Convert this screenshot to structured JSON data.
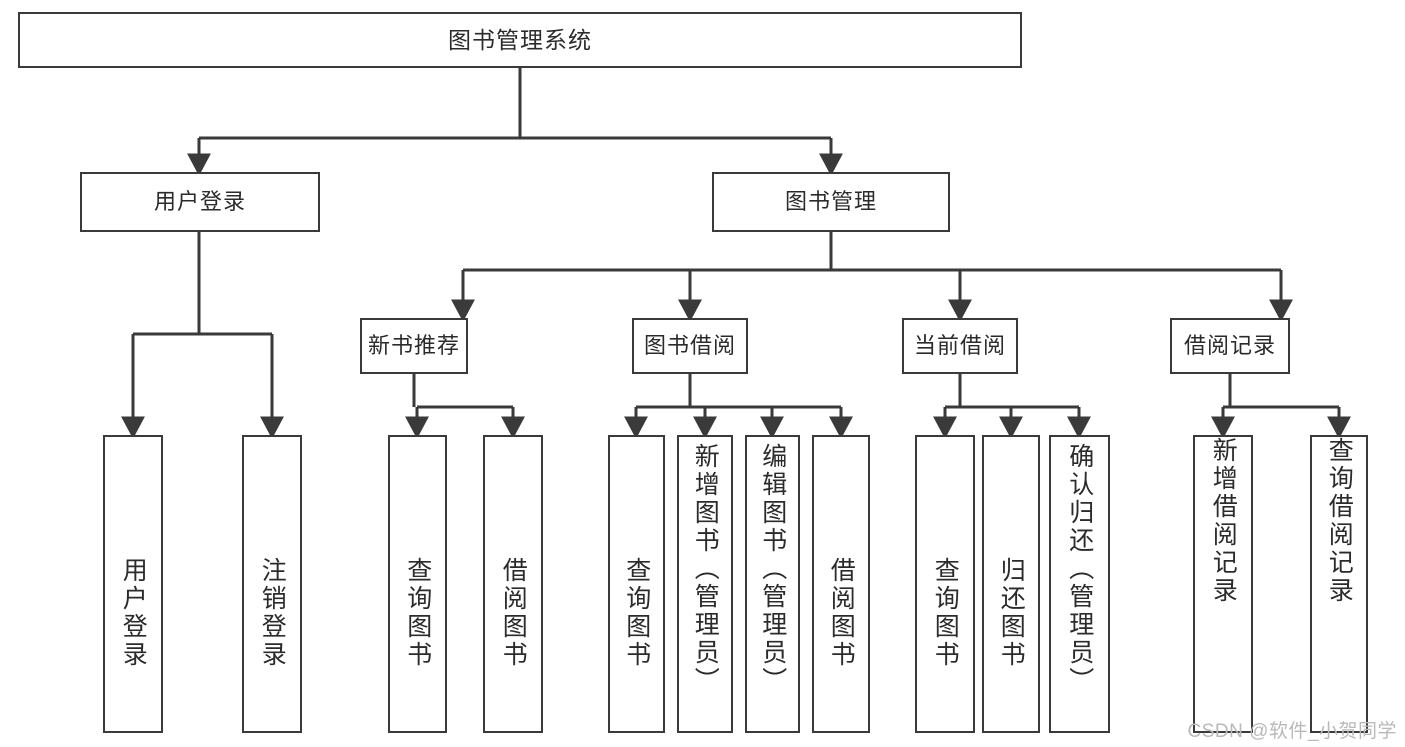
{
  "diagram": {
    "title": "图书管理系统",
    "type": "tree",
    "orientation": "top-down",
    "colors": {
      "box_border": "#3a3a3a",
      "box_fill": "#ffffff",
      "line": "#3a3a3a",
      "text": "#2b2b2b",
      "watermark": "#b9b9b9"
    },
    "root": {
      "label": "图书管理系统"
    },
    "level1": [
      {
        "label": "用户登录"
      },
      {
        "label": "图书管理"
      }
    ],
    "level2": [
      {
        "label": "新书推荐"
      },
      {
        "label": "图书借阅"
      },
      {
        "label": "当前借阅"
      },
      {
        "label": "借阅记录"
      }
    ],
    "leaves": {
      "user_login": [
        {
          "label": "用户登录"
        },
        {
          "label": "注销登录"
        }
      ],
      "new_book_recommend": [
        {
          "label": "查询图书"
        },
        {
          "label": "借阅图书"
        }
      ],
      "book_borrow": [
        {
          "label": "查询图书"
        },
        {
          "label": "新增图书（管理员）"
        },
        {
          "label": "编辑图书（管理员）"
        },
        {
          "label": "借阅图书"
        }
      ],
      "current_borrow": [
        {
          "label": "查询图书"
        },
        {
          "label": "归还图书"
        },
        {
          "label": "确认归还（管理员）"
        }
      ],
      "borrow_record": [
        {
          "label": "新增借阅记录"
        },
        {
          "label": "查询借阅记录"
        }
      ]
    }
  },
  "watermark": {
    "text": "CSDN @软件_小贺同学"
  }
}
